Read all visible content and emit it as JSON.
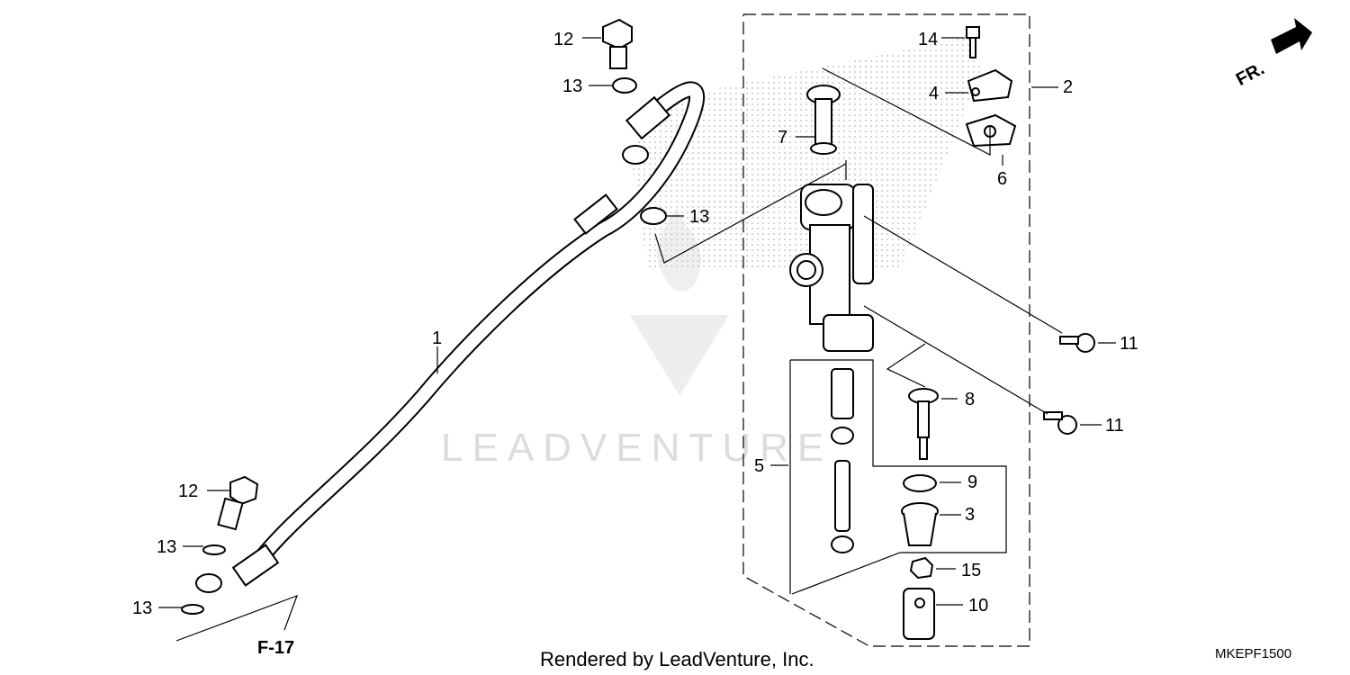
{
  "watermark": "LEADVENTURE",
  "direction_label": "FR.",
  "figure_ref": "F-17",
  "footer": {
    "credit": "Rendered by LeadVenture, Inc.",
    "code": "MKEPF1500"
  },
  "callouts": {
    "hose": "1",
    "assy": "2",
    "cup": "3",
    "cap": "4",
    "piston_set": "5",
    "diaphragm": "6",
    "reservoir_joint": "7",
    "push_rod": "8",
    "circlip": "9",
    "joint": "10",
    "bolt_upper": "11",
    "bolt_lower": "11",
    "oil_bolt_top": "12",
    "oil_bolt_bottom": "12",
    "washer_top": "13",
    "washer_mid": "13",
    "washer_bottom_a": "13",
    "washer_bottom_b": "13",
    "screw": "14",
    "nut": "15"
  }
}
